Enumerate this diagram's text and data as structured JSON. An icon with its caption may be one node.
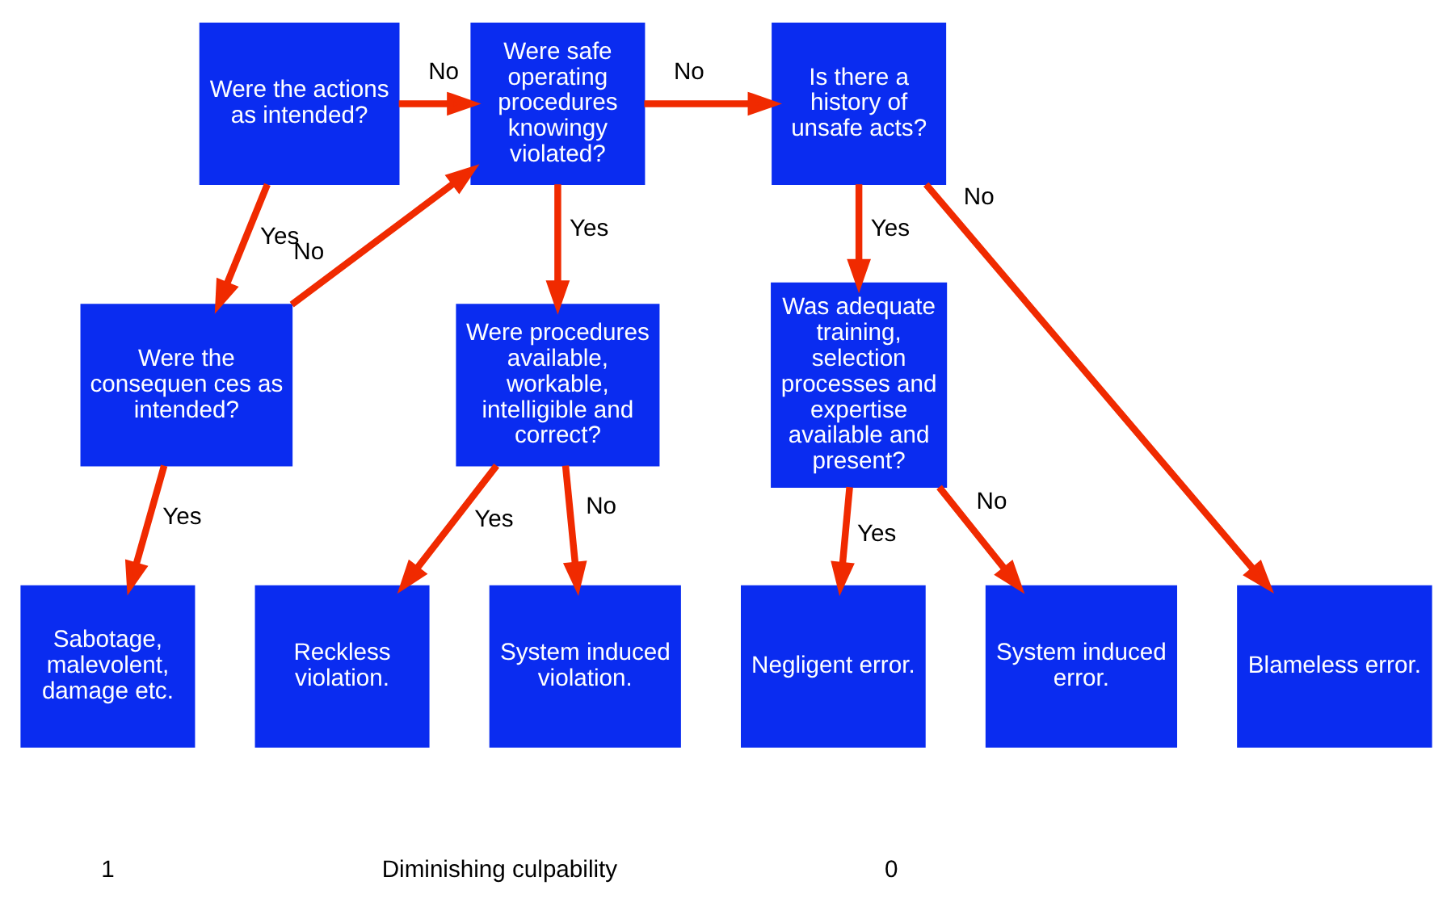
{
  "diagram": {
    "nodes": [
      {
        "text": [
          "Were the actions as intended?"
        ]
      },
      {
        "text": [
          "Were safe operating procedures knowingy violated?"
        ]
      },
      {
        "text": [
          "Is there a history of unsafe acts?"
        ]
      },
      {
        "text": [
          "Were the consequen ces as intended?"
        ]
      },
      {
        "text": [
          "Were procedures available, workable, intelligible and correct?"
        ]
      },
      {
        "text": [
          "Was adequate training, selection processes and expertise available and present?"
        ]
      },
      {
        "text": [
          "Sabotage, malevolent, damage etc."
        ]
      },
      {
        "text": [
          "Reckless violation."
        ]
      },
      {
        "text": [
          "System induced violation."
        ]
      },
      {
        "text": [
          "Negligent error."
        ]
      },
      {
        "text": [
          "System induced error."
        ]
      },
      {
        "text": [
          "Blameless error."
        ]
      }
    ],
    "edges": [
      {
        "from": 0,
        "to": 1,
        "arrow": "to",
        "label": "No"
      },
      {
        "from": 0,
        "to": 3,
        "arrow": "to",
        "label": "Yes"
      },
      {
        "from": 1,
        "to": 2,
        "arrow": "to",
        "label": "No"
      },
      {
        "from": 1,
        "to": 4,
        "arrow": "to",
        "label": "Yes"
      },
      {
        "from": 2,
        "to": 5,
        "arrow": "to",
        "label": "Yes"
      },
      {
        "from": 2,
        "to": 11,
        "arrow": "to",
        "label": "No"
      },
      {
        "from": 3,
        "to": 1,
        "arrow": "to",
        "label": "No"
      },
      {
        "from": 3,
        "to": 6,
        "arrow": "to",
        "label": "Yes"
      },
      {
        "from": 4,
        "to": 7,
        "arrow": "to",
        "label": "Yes"
      },
      {
        "from": 4,
        "to": 8,
        "arrow": "to",
        "label": "No"
      },
      {
        "from": 5,
        "to": 9,
        "arrow": "to",
        "label": "Yes"
      },
      {
        "from": 5,
        "to": 10,
        "arrow": "to",
        "label": "No"
      }
    ],
    "labels": [
      "1",
      "Diminishing culpability",
      "0"
    ]
  }
}
